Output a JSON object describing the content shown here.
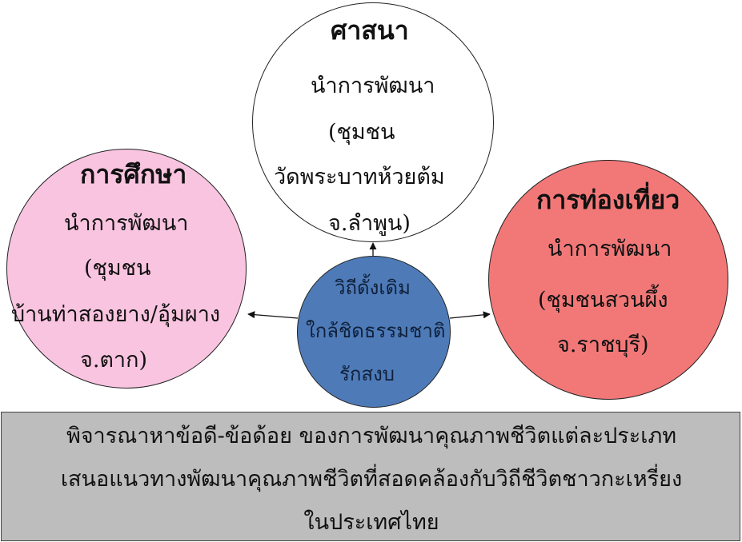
{
  "religion": {
    "title": "ศาสนา",
    "lines": [
      "นำการพัฒนา",
      "(ชุมชน",
      "วัดพระบาทห้วยต้ม",
      "จ.ลำพูน)"
    ]
  },
  "education": {
    "title": "การศึกษา",
    "lines": [
      "นำการพัฒนา",
      "(ชุมชน",
      "บ้านท่าสองยาง/อุ้มผาง",
      "จ.ตาก)"
    ]
  },
  "tourism": {
    "title": "การท่องเที่ยว",
    "lines": [
      "นำการพัฒนา",
      "(ชุมชนสวนผึ้ง",
      "จ.ราชบุรี)"
    ]
  },
  "center": {
    "lines": [
      "วิถีดั้งเดิม",
      "ใกล้ชิดธรรมชาติ",
      "รักสงบ"
    ]
  },
  "bottom": {
    "lines": [
      "พิจารณาหาข้อดี-ข้อด้อย ของการพัฒนาคุณภาพชีวิตแต่ละประเภท",
      "เสนอแนวทางพัฒนาคุณภาพชีวิตที่สอดคล้องกับวิถีชีวิตชาวกะเหรี่ยง",
      "ในประเทศไทย"
    ]
  },
  "colors": {
    "education_fill": "#f9c4e0",
    "tourism_fill": "#f27878",
    "center_fill": "#4e7bb8",
    "bottom_fill": "#bdbdbd"
  }
}
